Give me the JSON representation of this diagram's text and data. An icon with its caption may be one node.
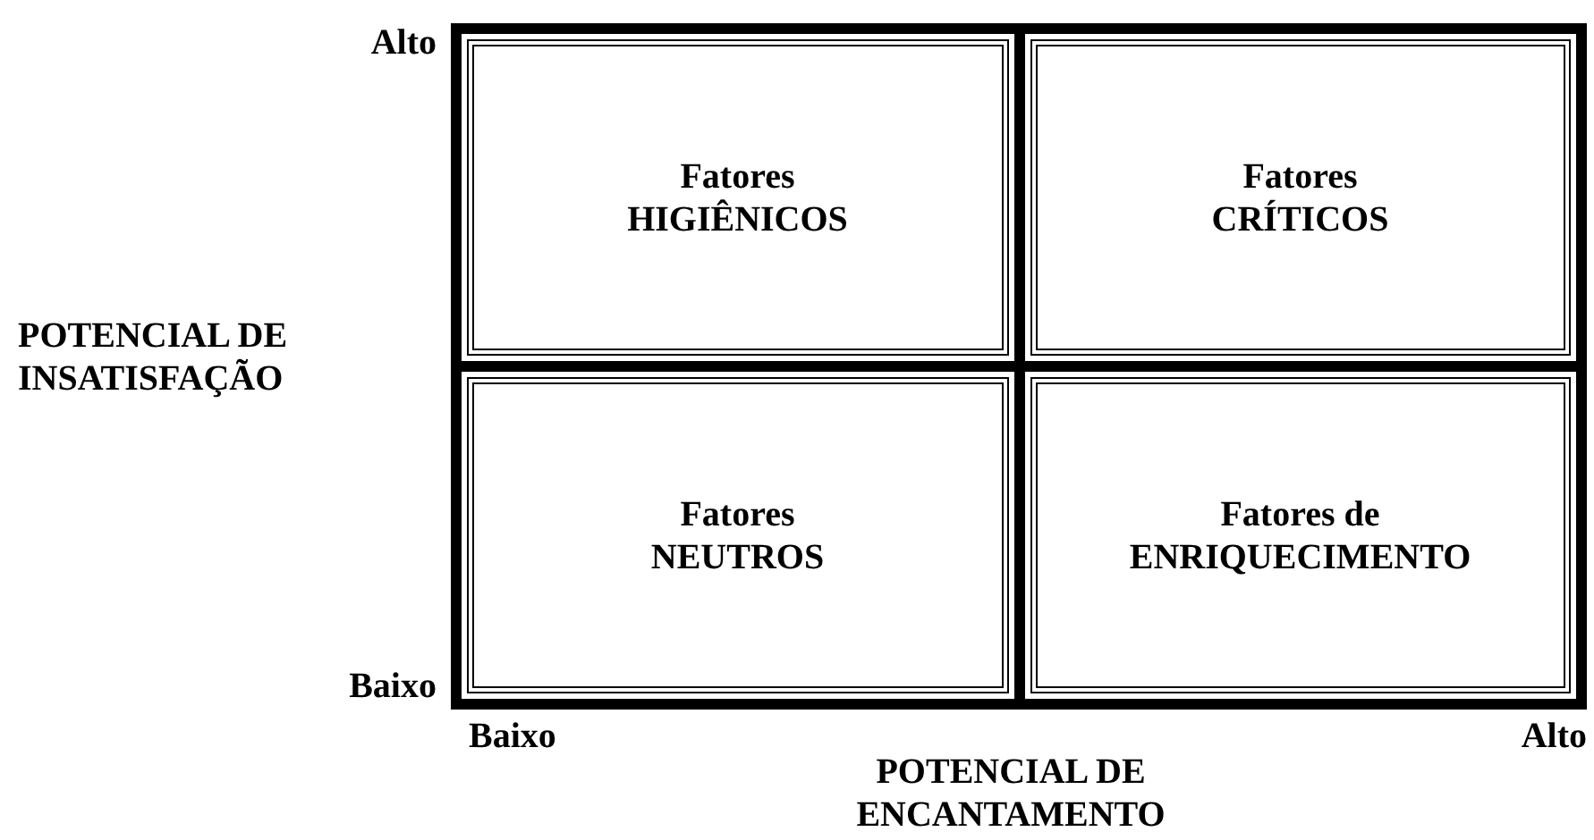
{
  "diagram": {
    "nodes": [
      {
        "text": [
          "Fatores HIGIÊNICOS"
        ]
      },
      {
        "text": [
          "Fatores CRÍTICOS"
        ]
      },
      {
        "text": [
          "Fatores NEUTROS"
        ]
      },
      {
        "text": [
          "Fatores de ENRIQUECIMENTO"
        ]
      }
    ],
    "labels": [
      "Alto",
      "POTENCIAL DE INSATISFAÇÃO",
      "Baixo",
      "Baixo",
      "Alto",
      "POTENCIAL DE ENCANTAMENTO"
    ]
  }
}
